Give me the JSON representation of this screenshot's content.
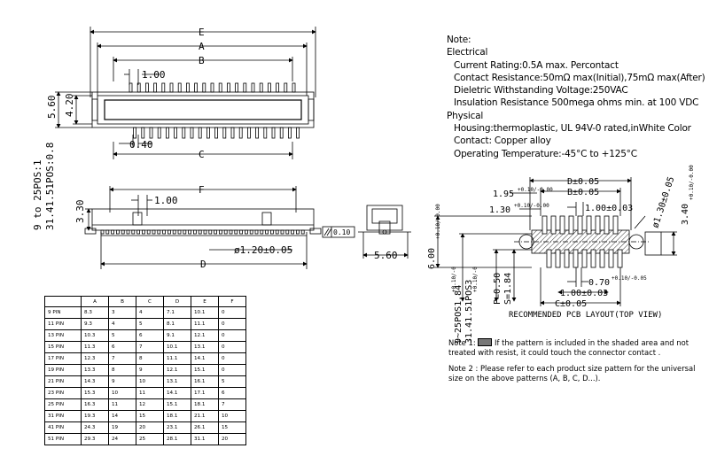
{
  "notes": {
    "heading": "Note:",
    "electrical_heading": "Electrical",
    "current": "Current Rating:0.5A max. Percontact",
    "contact_resistance": "Contact Resistance:50mΩ max(Initial),75mΩ max(After)",
    "withstanding": "Dieletric Withstanding Voltage:250VAC",
    "insulation": "Insulation Resistance 500mega ohms min. at 100 VDC",
    "physical_heading": "Physical",
    "housing": "Housing:thermoplastic, UL 94V-0 rated,inWhite Color",
    "contact": "Contact: Copper alloy",
    "temperature": "Operating Temperature:-45°C to +125°C"
  },
  "footnotes": {
    "note1_prefix": "Note 1:",
    "note1_text": "If the pattern is included in the shaded area and not treated with resist, it could touch the connector contact .",
    "note2": "Note 2 : Please refer to each product size pattern for the universal size on the above patterns (A, B, C, D...)."
  },
  "dims": {
    "E": "E",
    "A": "A",
    "B": "B",
    "C": "C",
    "F": "F",
    "D": "D",
    "pitch": "1.00",
    "h560": "5.60",
    "h420": "4.20",
    "w040": "0.40",
    "h330": "3.30",
    "d120": "ø1.20±0.05",
    "flat": "0.10",
    "side_w": "5.60",
    "vertical_label_1": "9 to 25POS:1",
    "vertical_label_2": "31.41.51POS:0.8"
  },
  "pcb": {
    "D": "D±0.05",
    "B": "B±0.05",
    "pitch": "1.00±0.03",
    "d195": "1.95",
    "d195_tol": "+0.10/-0.00",
    "d130": "1.30",
    "d130_tol": "+0.10/-0.00",
    "hole_dia": "ø1.30±0.05",
    "d340": "3.40",
    "d340_tol": "+0.10/-0.00",
    "d600": "6.00",
    "d600_tol": "+0.10/-0.00",
    "w070": "0.70",
    "w070_tol": "+0.10/-0.05",
    "pitch2": "1.00±0.03",
    "C": "C±0.05",
    "P": "P=0.50",
    "S": "S=1.84",
    "v1": "9~25POS1.84",
    "v1_tol": "+0.10/-0",
    "v2": "31.41.51POS3",
    "v2_tol": "+0.10/-0",
    "caption": "RECOMMENDED PCB LAYOUT(TOP VIEW)"
  },
  "table": {
    "headers": [
      "",
      "A",
      "B",
      "C",
      "D",
      "E",
      "F"
    ],
    "rows": [
      [
        "9 PIN",
        "8.3",
        "3",
        "4",
        "7.1",
        "10.1",
        "0"
      ],
      [
        "11 PIN",
        "9.3",
        "4",
        "5",
        "8.1",
        "11.1",
        "0"
      ],
      [
        "13 PIN",
        "10.3",
        "5",
        "6",
        "9.1",
        "12.1",
        "0"
      ],
      [
        "15 PIN",
        "11.3",
        "6",
        "7",
        "10.1",
        "13.1",
        "0"
      ],
      [
        "17 PIN",
        "12.3",
        "7",
        "8",
        "11.1",
        "14.1",
        "0"
      ],
      [
        "19 PIN",
        "13.3",
        "8",
        "9",
        "12.1",
        "15.1",
        "0"
      ],
      [
        "21 PIN",
        "14.3",
        "9",
        "10",
        "13.1",
        "16.1",
        "5"
      ],
      [
        "23 PIN",
        "15.3",
        "10",
        "11",
        "14.1",
        "17.1",
        "6"
      ],
      [
        "25 PIN",
        "16.3",
        "11",
        "12",
        "15.1",
        "18.1",
        "7"
      ],
      [
        "31 PIN",
        "19.3",
        "14",
        "15",
        "18.1",
        "21.1",
        "10"
      ],
      [
        "41 PIN",
        "24.3",
        "19",
        "20",
        "23.1",
        "26.1",
        "15"
      ],
      [
        "51 PIN",
        "29.3",
        "24",
        "25",
        "28.1",
        "31.1",
        "20"
      ]
    ]
  }
}
